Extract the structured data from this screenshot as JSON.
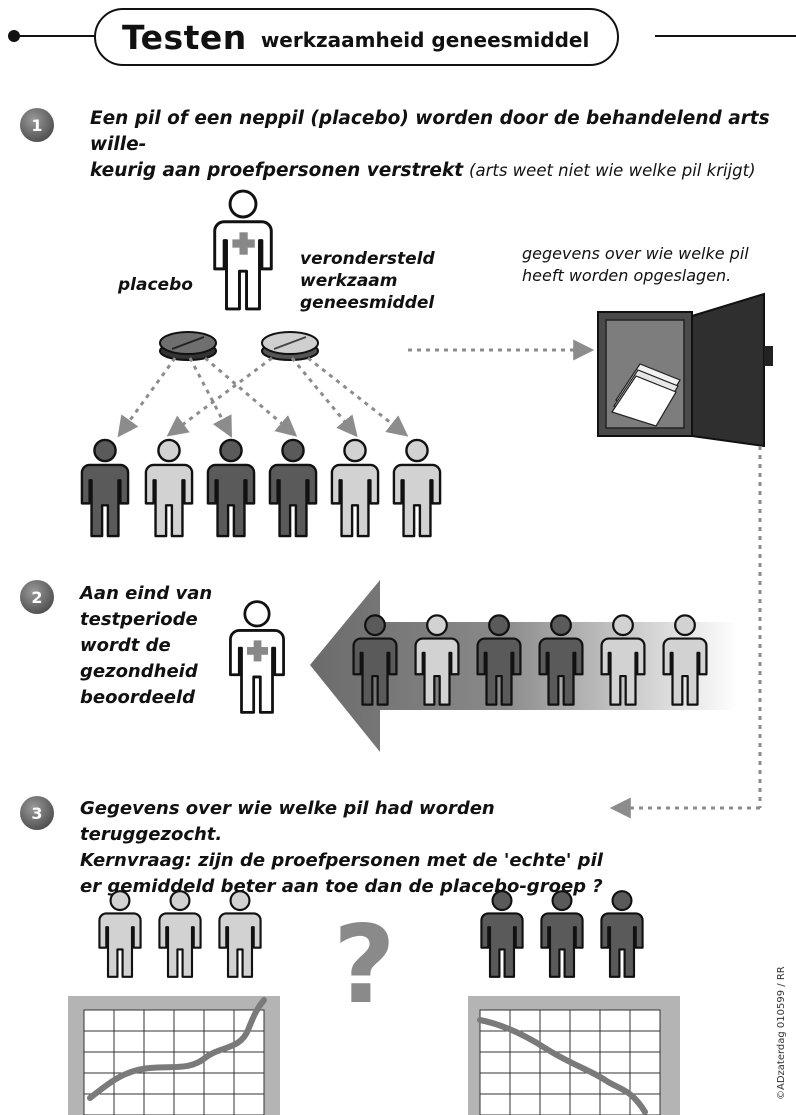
{
  "header": {
    "title": "Testen",
    "subtitle": "werkzaamheid geneesmiddel"
  },
  "step1": {
    "number": "1",
    "text": "Een pil of een neppil (placebo) worden door de behandelend arts willekeurig aan proefpersonen verstrekt",
    "line1": "Een pil of een neppil (placebo) worden door de behandelend arts wille-",
    "line2": "keurig aan proefpersonen verstrekt",
    "note": "(arts weet niet wie welke pil krijgt)",
    "label_placebo": "placebo",
    "label_drug_1": "verondersteld",
    "label_drug_2": "werkzaam",
    "label_drug_3": "geneesmiddel",
    "storage_line1": "gegevens over wie welke pil",
    "storage_line2": "heeft worden opgeslagen."
  },
  "step2": {
    "number": "2",
    "line1": "Aan eind van",
    "line2": "testperiode",
    "line3": "wordt de",
    "line4": "gezondheid",
    "line5": "beoordeeld"
  },
  "step3": {
    "number": "3",
    "line1": "Gegevens over wie welke pil had worden teruggezocht.",
    "line2": "Kernvraag: zijn de proefpersonen met de 'echte' pil",
    "line3": "er gemiddeld beter aan toe dan de placebo-groep ?",
    "question_mark": "?"
  },
  "credit": "©ADzaterdag 010599 / RR",
  "colors": {
    "dark_person": "#5a5a5a",
    "light_person": "#d2d2d2",
    "arrow": "#8c8c8c",
    "chart_bg": "#b4b4b4"
  },
  "icons": [
    "doctor-icon",
    "pill-icon",
    "person-icon",
    "safe-icon",
    "arrow-icon",
    "chart-icon"
  ]
}
